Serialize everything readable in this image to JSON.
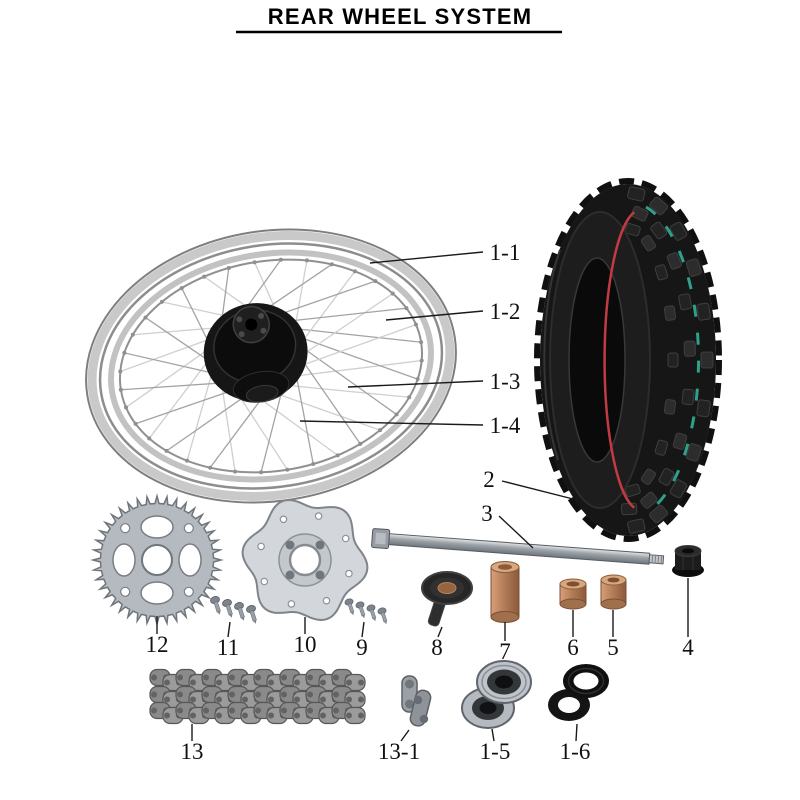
{
  "title": "REAR WHEEL SYSTEM",
  "callouts": [
    {
      "text": "1-1"
    },
    {
      "text": "1-2"
    },
    {
      "text": "1-3"
    },
    {
      "text": "1-4"
    },
    {
      "text": "2"
    },
    {
      "text": "3"
    },
    {
      "text": "12"
    },
    {
      "text": "11"
    },
    {
      "text": "10"
    },
    {
      "text": "9"
    },
    {
      "text": "8"
    },
    {
      "text": "7"
    },
    {
      "text": "6"
    },
    {
      "text": "5"
    },
    {
      "text": "4"
    },
    {
      "text": "13"
    },
    {
      "text": "13-1"
    },
    {
      "text": "1-5"
    },
    {
      "text": "1-6"
    }
  ]
}
